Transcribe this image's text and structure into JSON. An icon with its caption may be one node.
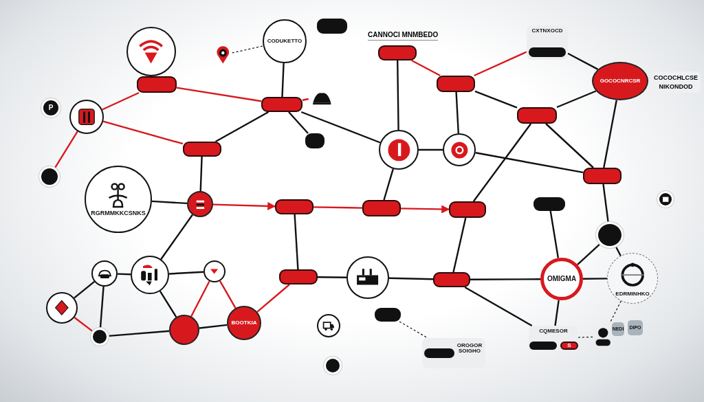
{
  "diagram": {
    "nodes": [
      {
        "text": [],
        "shape": "picture"
      },
      {
        "text": [],
        "shape": "picture"
      },
      {
        "text": [
          "CODUKETTO"
        ]
      },
      {
        "text": [],
        "shape": "box"
      },
      {
        "text": [],
        "shape": "box"
      },
      {
        "text": [
          "CXTNXOCD"
        ]
      },
      {
        "text": [],
        "shape": "box",
        "in": 5
      },
      {
        "text": [
          "GOCOCNRCSR"
        ],
        "beside": [
          "COCOCHLCSE NIKONDOD"
        ]
      },
      {
        "text": [],
        "shape": "box"
      },
      {
        "text": [
          "P"
        ]
      },
      {
        "text": [],
        "shape": "picture"
      },
      {
        "text": [],
        "shape": "box"
      },
      {
        "text": [],
        "shape": "picture"
      },
      {
        "text": [],
        "shape": "box"
      },
      {
        "text": [],
        "shape": "box"
      },
      {
        "text": [],
        "shape": "box"
      },
      {
        "text": [],
        "shape": "box"
      },
      {
        "text": [],
        "shape": "picture"
      },
      {
        "text": [],
        "shape": "picture"
      },
      {
        "text": [],
        "shape": "circle"
      },
      {
        "text": [],
        "shape": "box"
      },
      {
        "text": [
          "RGRMMKKCSNKS"
        ]
      },
      {
        "text": [],
        "shape": "picture"
      },
      {
        "text": [],
        "shape": "box"
      },
      {
        "text": [],
        "shape": "box"
      },
      {
        "text": [],
        "shape": "box"
      },
      {
        "text": [],
        "shape": "box"
      },
      {
        "text": [],
        "shape": "picture"
      },
      {
        "text": [],
        "shape": "circle"
      },
      {
        "text": [],
        "shape": "picture"
      },
      {
        "text": [],
        "shape": "picture"
      },
      {
        "text": [],
        "shape": "picture"
      },
      {
        "text": [],
        "shape": "box"
      },
      {
        "text": [],
        "shape": "picture"
      },
      {
        "text": [],
        "shape": "box"
      },
      {
        "text": [
          "OMIGMA"
        ]
      },
      {
        "text": [
          "EDRMINHKO"
        ]
      },
      {
        "text": [],
        "shape": "picture"
      },
      {
        "text": [],
        "shape": "box"
      },
      {
        "text": [],
        "shape": "circle"
      },
      {
        "text": [
          "BOOTKIA"
        ]
      },
      {
        "text": [],
        "shape": "picture"
      },
      {
        "text": [],
        "shape": "circle"
      },
      {
        "text": [
          "CQMESOR"
        ]
      },
      {
        "text": [],
        "shape": "box",
        "in": 43
      },
      {
        "text": [
          "S"
        ],
        "in": 43
      },
      {
        "text": [],
        "shape": "person"
      },
      {
        "text": [
          "NEDI"
        ]
      },
      {
        "text": [
          "DIPO"
        ]
      },
      {
        "text": [
          "OROGOR SOIGHO"
        ]
      },
      {
        "text": [],
        "shape": "box",
        "in": 49
      },
      {
        "text": [],
        "shape": "circle"
      }
    ],
    "edges": [
      {
        "from": 10,
        "to": 8,
        "arrow": "none",
        "color": "#d7191e"
      },
      {
        "from": 8,
        "to": 11,
        "arrow": "none",
        "color": "#d7191e"
      },
      {
        "from": 10,
        "to": 16,
        "arrow": "none",
        "color": "#d7191e"
      },
      {
        "from": 10,
        "to": 19,
        "arrow": "none",
        "color": "#d7191e"
      },
      {
        "from": 11,
        "to": 12,
        "arrow": "none",
        "color": "#d7191e"
      },
      {
        "from": 4,
        "to": 13,
        "arrow": "none",
        "color": "#d7191e"
      },
      {
        "from": 13,
        "to": 5,
        "arrow": "none",
        "color": "#d7191e"
      },
      {
        "from": 22,
        "to": 23,
        "arrow": "to",
        "color": "#d7191e"
      },
      {
        "from": 23,
        "to": 24,
        "arrow": "none",
        "color": "#d7191e"
      },
      {
        "from": 24,
        "to": 25,
        "arrow": "to",
        "color": "#d7191e"
      },
      {
        "from": 31,
        "to": 39,
        "arrow": "none",
        "color": "#d7191e"
      },
      {
        "from": 31,
        "to": 40,
        "arrow": "none",
        "color": "#d7191e"
      },
      {
        "from": 40,
        "to": 32,
        "arrow": "none",
        "color": "#d7191e"
      },
      {
        "from": 37,
        "to": 42,
        "arrow": "none",
        "color": "#d7191e"
      },
      {
        "from": 2,
        "to": 11,
        "arrow": "none"
      },
      {
        "from": 11,
        "to": 16,
        "arrow": "none"
      },
      {
        "from": 11,
        "to": 15,
        "arrow": "none"
      },
      {
        "from": 11,
        "to": 17,
        "arrow": "none"
      },
      {
        "from": 4,
        "to": 17,
        "arrow": "none"
      },
      {
        "from": 13,
        "to": 18,
        "arrow": "none"
      },
      {
        "from": 13,
        "to": 14,
        "arrow": "none"
      },
      {
        "from": 14,
        "to": 7,
        "arrow": "none"
      },
      {
        "from": 5,
        "to": 7,
        "arrow": "none"
      },
      {
        "from": 7,
        "to": 20,
        "arrow": "none"
      },
      {
        "from": 14,
        "to": 20,
        "arrow": "none"
      },
      {
        "from": 14,
        "to": 25,
        "arrow": "none"
      },
      {
        "from": 21,
        "to": 22,
        "arrow": "none"
      },
      {
        "from": 16,
        "to": 22,
        "arrow": "none"
      },
      {
        "from": 22,
        "to": 30,
        "arrow": "none"
      },
      {
        "from": 30,
        "to": 29,
        "arrow": "none"
      },
      {
        "from": 29,
        "to": 37,
        "arrow": "none"
      },
      {
        "from": 29,
        "to": 42,
        "arrow": "none"
      },
      {
        "from": 30,
        "to": 39,
        "arrow": "none"
      },
      {
        "from": 30,
        "to": 31,
        "arrow": "none"
      },
      {
        "from": 39,
        "to": 42,
        "arrow": "none"
      },
      {
        "from": 39,
        "to": 40,
        "arrow": "none"
      },
      {
        "from": 23,
        "to": 32,
        "arrow": "none"
      },
      {
        "from": 32,
        "to": 33,
        "arrow": "none"
      },
      {
        "from": 33,
        "to": 34,
        "arrow": "none"
      },
      {
        "from": 34,
        "to": 35,
        "arrow": "none"
      },
      {
        "from": 25,
        "to": 34,
        "arrow": "none"
      },
      {
        "from": 26,
        "to": 35,
        "arrow": "none"
      },
      {
        "from": 35,
        "to": 28,
        "arrow": "none"
      },
      {
        "from": 35,
        "to": 36,
        "arrow": "none"
      },
      {
        "from": 35,
        "to": 43,
        "arrow": "none"
      },
      {
        "from": 34,
        "to": 43,
        "arrow": "none"
      },
      {
        "from": 28,
        "to": 36,
        "arrow": "none"
      },
      {
        "from": 20,
        "to": 28,
        "arrow": "none"
      },
      {
        "from": 17,
        "to": 18,
        "arrow": "none"
      },
      {
        "from": 24,
        "to": 17,
        "arrow": "none"
      },
      {
        "from": 18,
        "to": 20,
        "arrow": "none"
      },
      {
        "from": 36,
        "to": 46,
        "arrow": "none",
        "style": "dashed"
      },
      {
        "from": 43,
        "to": 46,
        "arrow": "none",
        "style": "dashed"
      },
      {
        "from": 38,
        "to": 49,
        "arrow": "none",
        "style": "dashed"
      },
      {
        "from": 1,
        "to": 2,
        "arrow": "none",
        "style": "dashed"
      }
    ],
    "labels": [
      "CANNOCI MNMBEDO"
    ]
  }
}
